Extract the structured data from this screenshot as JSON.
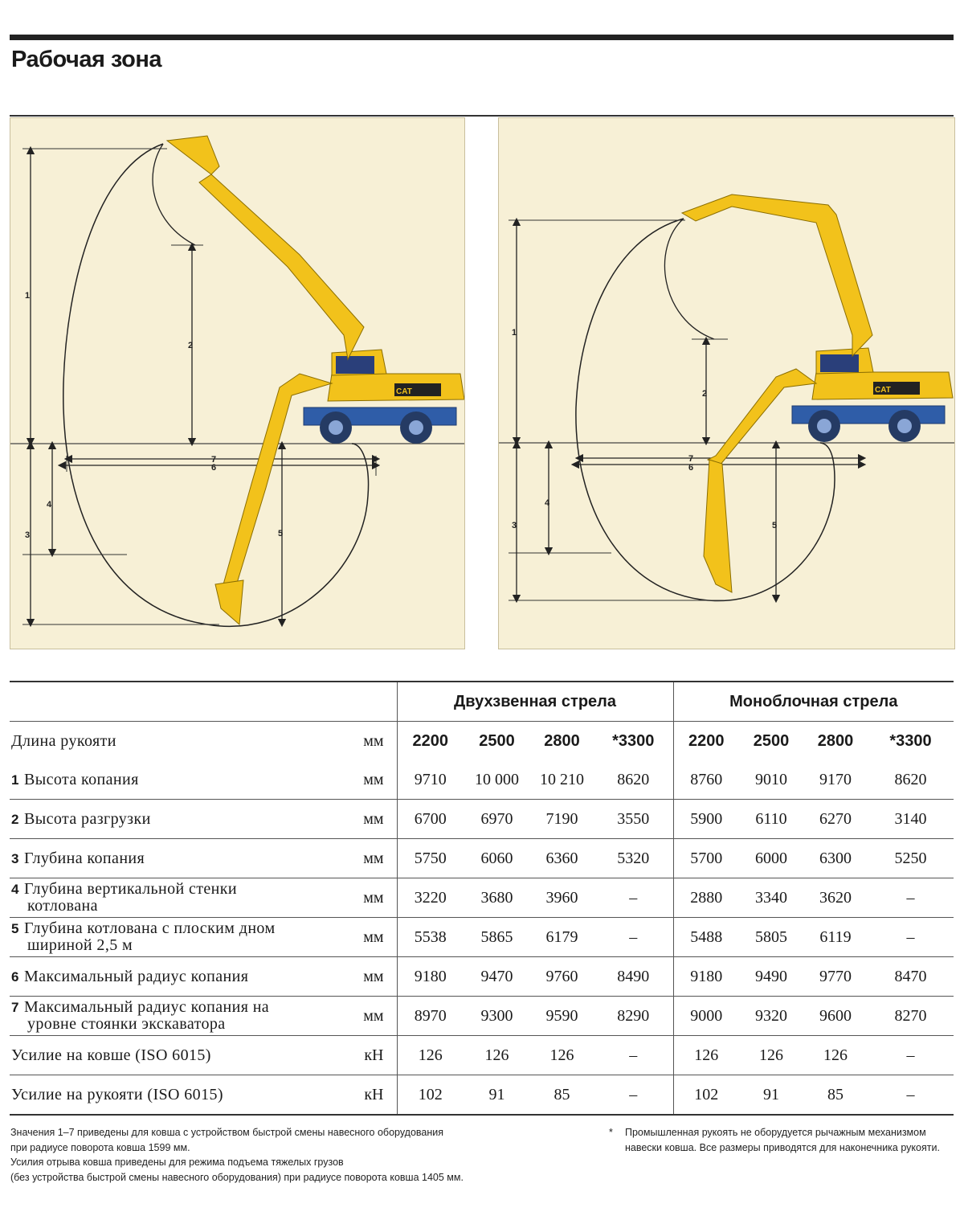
{
  "title": "Рабочая зона",
  "diagram_labels": [
    "1",
    "2",
    "3",
    "4",
    "5",
    "6",
    "7"
  ],
  "brand_badge": "CAT",
  "colors": {
    "machine_yellow": "#f2c21b",
    "panel_bg": "#f7f0d6",
    "wheel_blue": "#2f5da8"
  },
  "table": {
    "group_left": "Двухзвенная стрела",
    "group_right": "Моноблочная стрела",
    "header_label": "Длина рукояти",
    "header_unit": "мм",
    "header_values": [
      "2200",
      "2500",
      "2800",
      "*3300",
      "2200",
      "2500",
      "2800",
      "*3300"
    ],
    "rows": [
      {
        "num": "1",
        "label": "Высота копания",
        "label2": "",
        "unit": "мм",
        "values": [
          "9710",
          "10 000",
          "10 210",
          "8620",
          "8760",
          "9010",
          "9170",
          "8620"
        ]
      },
      {
        "num": "2",
        "label": "Высота разгрузки",
        "label2": "",
        "unit": "мм",
        "values": [
          "6700",
          "6970",
          "7190",
          "3550",
          "5900",
          "6110",
          "6270",
          "3140"
        ]
      },
      {
        "num": "3",
        "label": "Глубина копания",
        "label2": "",
        "unit": "мм",
        "values": [
          "5750",
          "6060",
          "6360",
          "5320",
          "5700",
          "6000",
          "6300",
          "5250"
        ]
      },
      {
        "num": "4",
        "label": "Глубина вертикальной стенки",
        "label2": "котлована",
        "unit": "мм",
        "values": [
          "3220",
          "3680",
          "3960",
          "–",
          "2880",
          "3340",
          "3620",
          "–"
        ]
      },
      {
        "num": "5",
        "label": "Глубина котлована с плоским дном",
        "label2": "шириной 2,5 м",
        "unit": "мм",
        "values": [
          "5538",
          "5865",
          "6179",
          "–",
          "5488",
          "5805",
          "6119",
          "–"
        ]
      },
      {
        "num": "6",
        "label": "Максимальный радиус копания",
        "label2": "",
        "unit": "мм",
        "values": [
          "9180",
          "9470",
          "9760",
          "8490",
          "9180",
          "9490",
          "9770",
          "8470"
        ]
      },
      {
        "num": "7",
        "label": "Максимальный радиус копания на",
        "label2": "уровне стоянки экскаватора",
        "unit": "мм",
        "values": [
          "8970",
          "9300",
          "9590",
          "8290",
          "9000",
          "9320",
          "9600",
          "8270"
        ]
      },
      {
        "num": "",
        "label": "Усилие на ковше (ISO 6015)",
        "label2": "",
        "unit": "кН",
        "values": [
          "126",
          "126",
          "126",
          "–",
          "126",
          "126",
          "126",
          "–"
        ]
      },
      {
        "num": "",
        "label": "Усилие на рукояти (ISO 6015)",
        "label2": "",
        "unit": "кН",
        "values": [
          "102",
          "91",
          "85",
          "–",
          "102",
          "91",
          "85",
          "–"
        ]
      }
    ]
  },
  "footnotes": {
    "left_1": "Значения 1–7 приведены для ковша с устройством быстрой смены навесного оборудования",
    "left_2": "при радиусе поворота ковша 1599 мм.",
    "left_3": "Усилия отрыва ковша приведены для режима подъема тяжелых грузов",
    "left_4": "(без устройства быстрой смены навесного оборудования) при радиусе поворота ковша 1405 мм.",
    "right_star": "*",
    "right_1": "Промышленная рукоять не оборудуется рычажным механизмом",
    "right_2": "навески ковша. Все размеры приводятся для наконечника рукояти."
  }
}
